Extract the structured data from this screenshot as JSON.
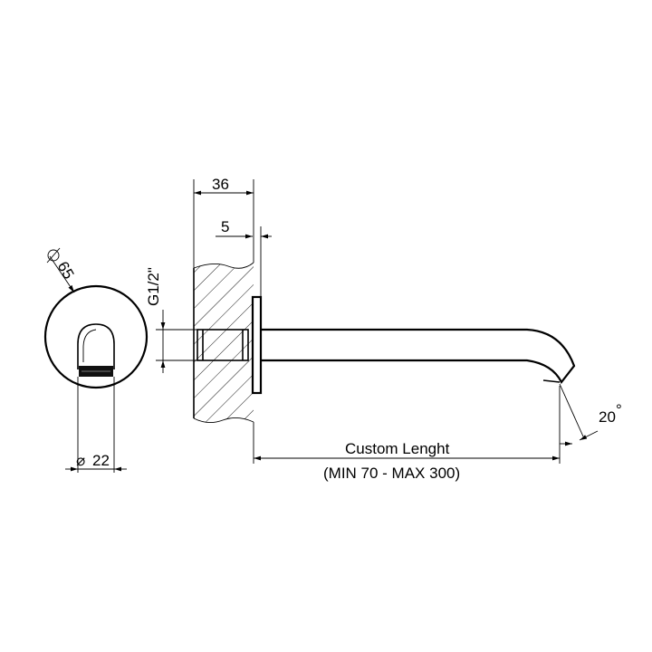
{
  "dimensions": {
    "flange_diameter": "65",
    "outlet_diameter": "22",
    "wall_depth": "36",
    "flange_thickness": "5",
    "thread": "G1/2\"",
    "angle": "20",
    "length_label": "Custom Lenght",
    "length_range": "(MIN 70 - MAX 300)"
  },
  "symbols": {
    "diameter": "⌀",
    "degree": "°"
  }
}
